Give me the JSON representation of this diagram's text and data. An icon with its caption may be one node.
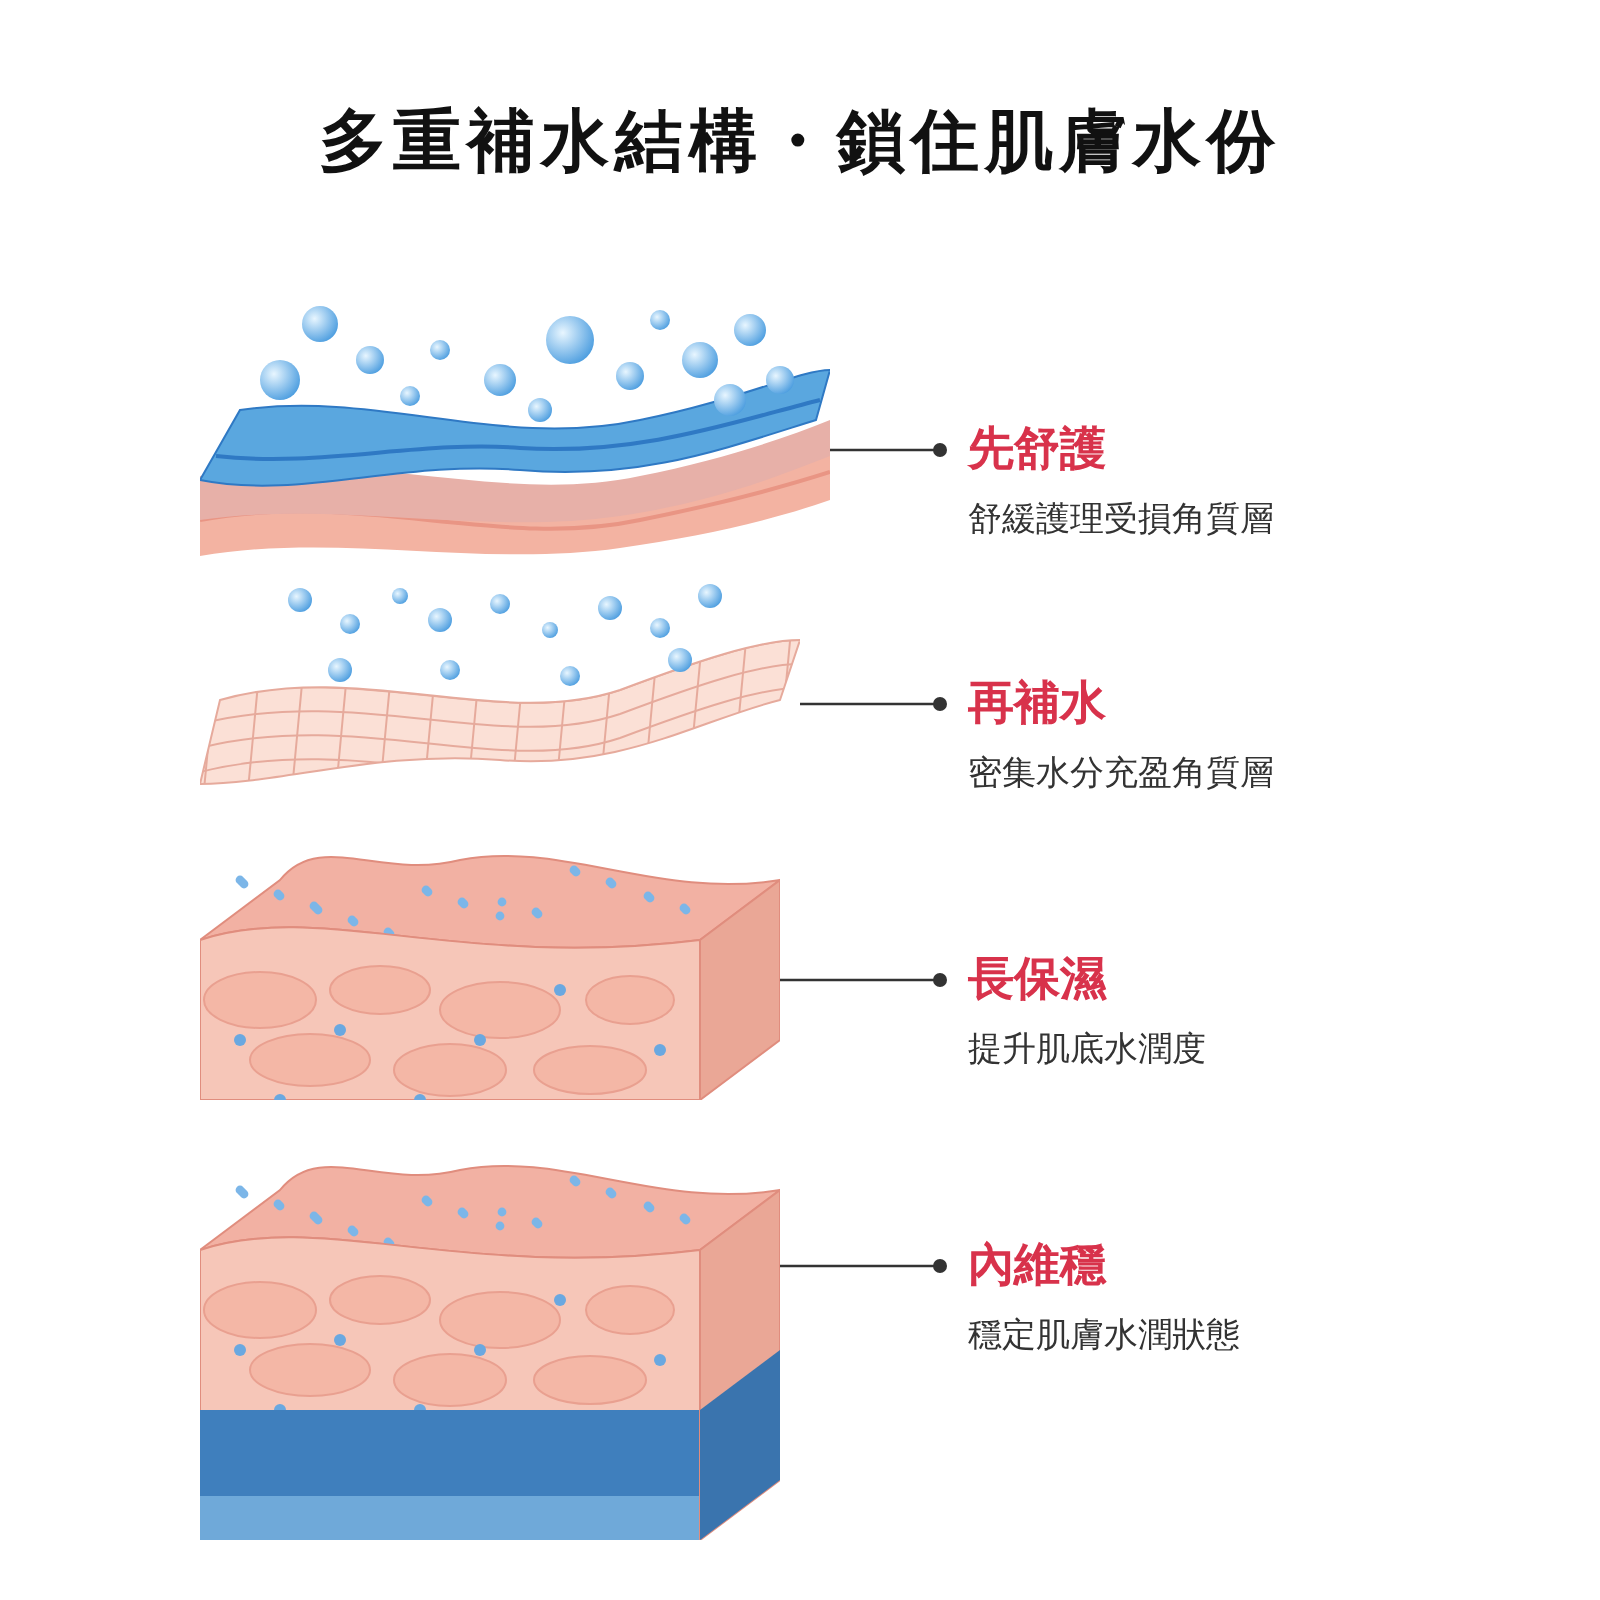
{
  "diagram": {
    "title": "多重補水結構・鎖住肌膚水份",
    "nodes": [
      {
        "text": [],
        "shape": "picture"
      },
      {
        "text": [
          "先舒護",
          "舒緩護理受損角質層"
        ]
      },
      {
        "text": [],
        "shape": "picture"
      },
      {
        "text": [
          "再補水",
          "密集水分充盈角質層"
        ]
      },
      {
        "text": [],
        "shape": "picture"
      },
      {
        "text": [
          "長保濕",
          "提升肌底水潤度"
        ]
      },
      {
        "text": [],
        "shape": "picture"
      },
      {
        "text": [
          "內維穩",
          "穩定肌膚水潤狀態"
        ]
      }
    ],
    "edges": [
      {
        "from": 1,
        "to": 0,
        "arrow": "other"
      },
      {
        "from": 3,
        "to": 2,
        "arrow": "other"
      },
      {
        "from": 5,
        "to": 4,
        "arrow": "other"
      },
      {
        "from": 7,
        "to": 6,
        "arrow": "other"
      }
    ]
  }
}
